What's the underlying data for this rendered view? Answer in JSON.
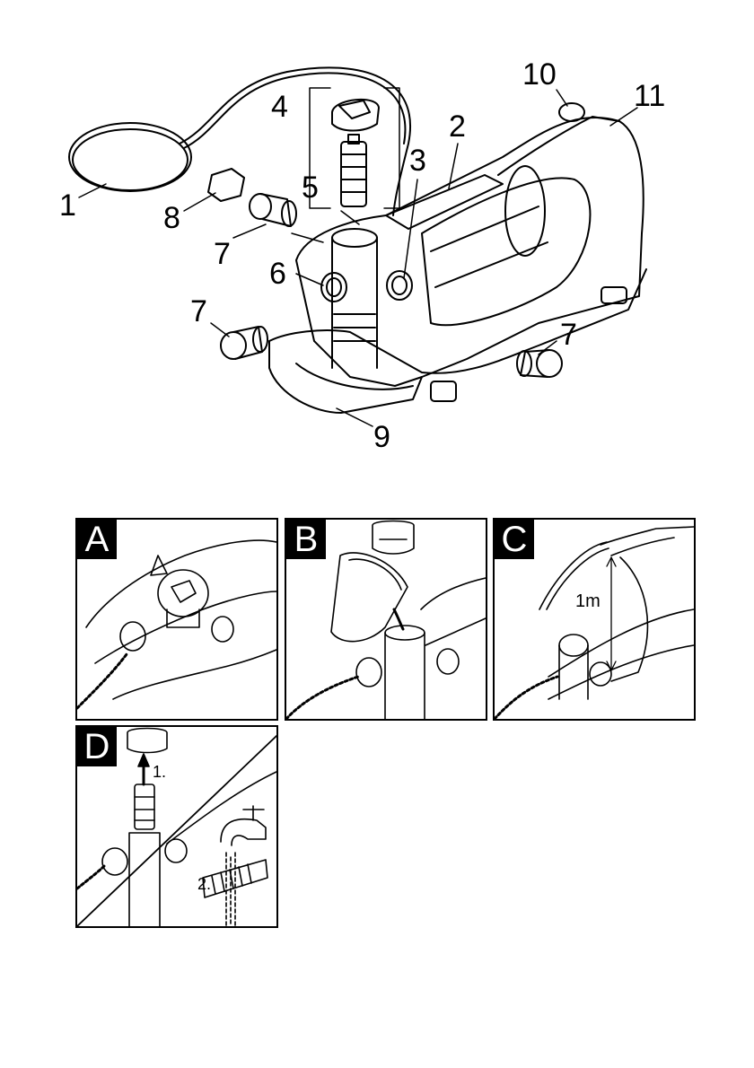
{
  "main_diagram": {
    "callouts": [
      "1",
      "2",
      "3",
      "4",
      "5",
      "6",
      "7",
      "7",
      "7",
      "8",
      "9",
      "10",
      "11"
    ]
  },
  "panels": [
    {
      "letter": "A"
    },
    {
      "letter": "B"
    },
    {
      "letter": "C",
      "measure_label": "1m"
    },
    {
      "letter": "D",
      "step1": "1.",
      "step2": "2."
    }
  ]
}
